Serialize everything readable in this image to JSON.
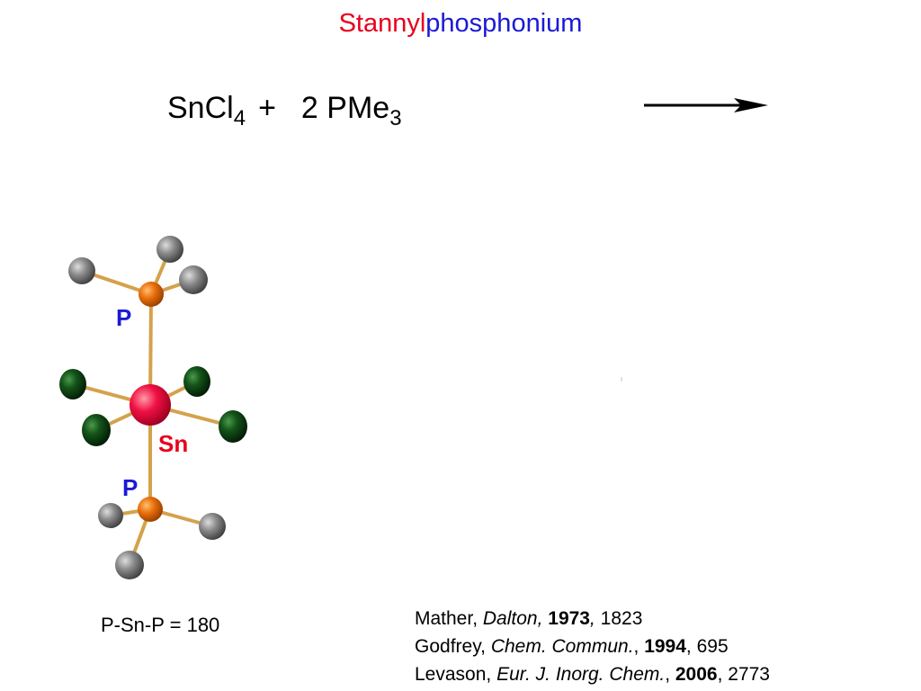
{
  "title": {
    "part1": "Stannyl",
    "part2": "phosphonium"
  },
  "equation": {
    "reactant1": "SnCl",
    "reactant1_sub": "4",
    "plus": "+",
    "reactant2": "2 PMe",
    "reactant2_sub": "3"
  },
  "atom_labels": {
    "p_top": "P",
    "sn": "Sn",
    "p_bottom": "P"
  },
  "angle_text": "P-Sn-P = 180",
  "references": [
    {
      "author": "Mather, ",
      "journal": "Dalton,",
      "sep1": " ",
      "year": "1973",
      "sep2": ", ",
      "page": "1823"
    },
    {
      "author": "Godfrey, ",
      "journal": "Chem. Commun.",
      "sep1": ", ",
      "year": "1994",
      "sep2": ", ",
      "page": "695"
    },
    {
      "author": "Levason, ",
      "journal": "Eur. J. Inorg. Chem.",
      "sep1": ", ",
      "year": "2006",
      "sep2": ", ",
      "page": "2773"
    }
  ],
  "colors": {
    "title_red": "#e8001c",
    "title_blue": "#1a1ad6",
    "tin": "#e8003a",
    "phosphorus": "#e06a0a",
    "chlorine": "#0f4a10",
    "carbon": "#7f7f7f",
    "bond": "#d4a24c"
  }
}
